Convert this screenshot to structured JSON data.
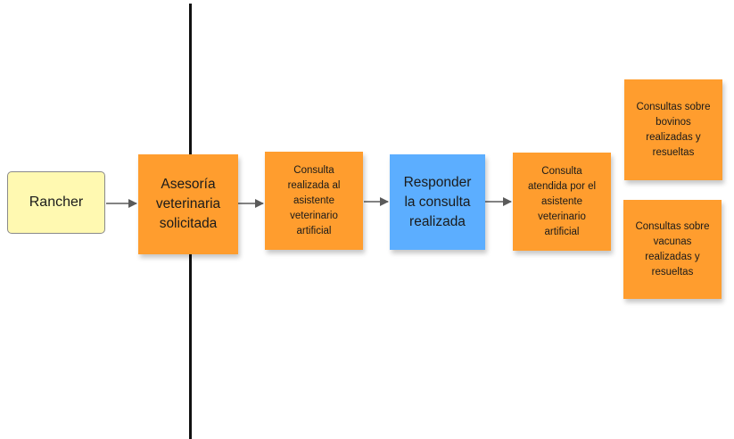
{
  "colors": {
    "actor_fill": "#fff9b1",
    "event_fill": "#ff9d2e",
    "command_fill": "#5caeff",
    "arrow": "#5a5a5a",
    "lane_line": "#111111"
  },
  "nodes": {
    "rancher": "Rancher",
    "asesoria": "Asesoría\nveterinaria\nsolicitada",
    "consulta_realizada": "Consulta\nrealizada al\nasistente\nveterinario\nartificial",
    "responder": "Responder\nla consulta\nrealizada",
    "consulta_atendida": "Consulta\natendida por el\nasistente\nveterinario\nartificial",
    "bovinos": "Consultas sobre\nbovinos\nrealizadas y\nresueltas",
    "vacunas": "Consultas sobre\nvacunas\nrealizadas y\nresueltas"
  },
  "edges": [
    {
      "from": "rancher",
      "to": "asesoria"
    },
    {
      "from": "asesoria",
      "to": "consulta_realizada"
    },
    {
      "from": "consulta_realizada",
      "to": "responder"
    },
    {
      "from": "responder",
      "to": "consulta_atendida"
    }
  ]
}
